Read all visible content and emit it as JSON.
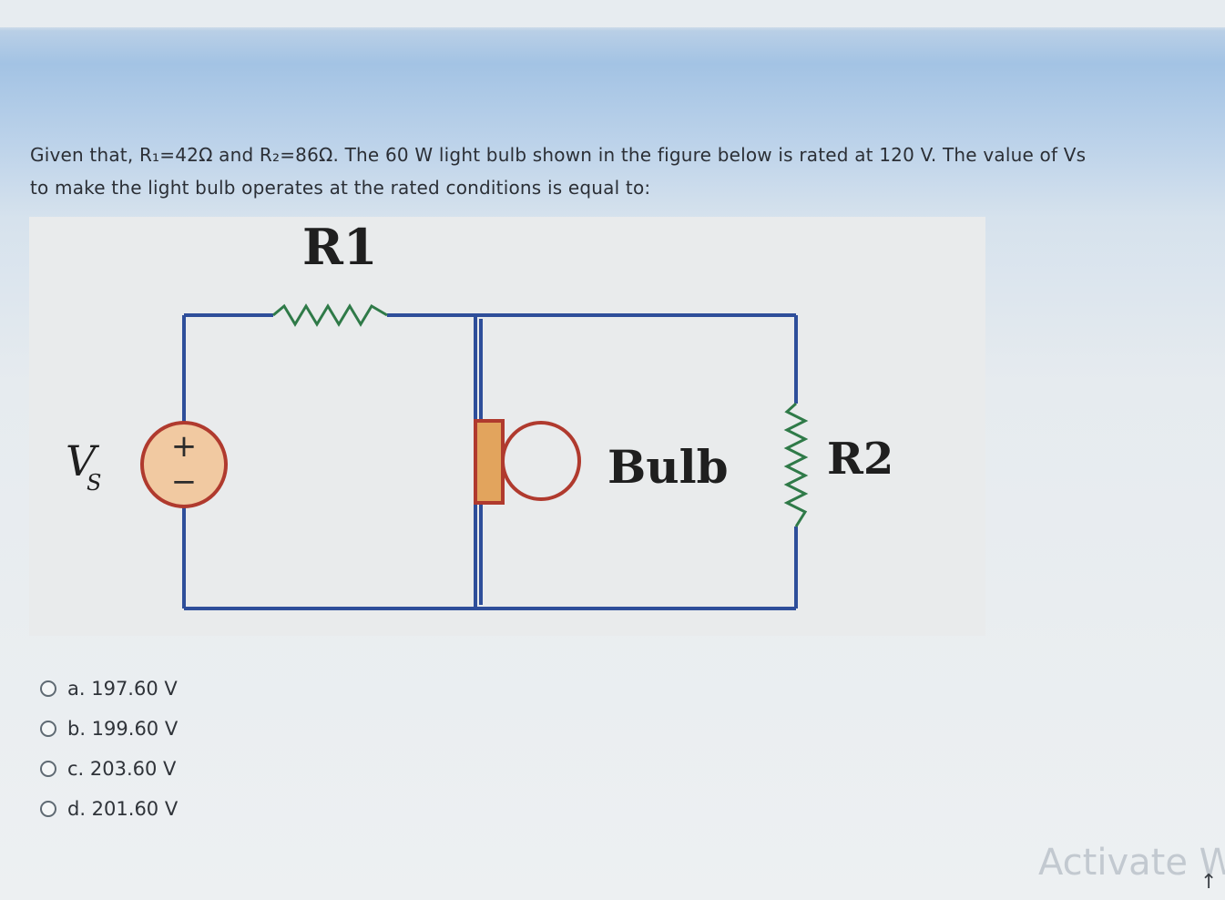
{
  "question": {
    "line1": "Given that, R₁=42Ω and R₂=86Ω. The 60 W light bulb shown in the figure below is rated at 120 V. The value of Vs",
    "line2": "to make the light bulb operates at the rated conditions is equal to:"
  },
  "figure": {
    "r1_label": "R1",
    "r2_label": "R2",
    "source_label_main": "V",
    "source_label_sub": "S",
    "plus_sign": "+",
    "minus_sign": "−",
    "bulb_label": "Bulb",
    "wire_color": "#2e4e9a",
    "resistor_color": "#2f7a48",
    "bulb_color": "#b03a2e",
    "bulb_base_color": "#e2a45d",
    "source_fill": "#f1c9a1"
  },
  "options": [
    {
      "label": "a. 197.60 V"
    },
    {
      "label": "b. 199.60 V"
    },
    {
      "label": "c. 203.60 V"
    },
    {
      "label": "d. 201.60 V"
    }
  ],
  "watermark": "Activate W",
  "icons": {
    "scroll": "↑"
  }
}
